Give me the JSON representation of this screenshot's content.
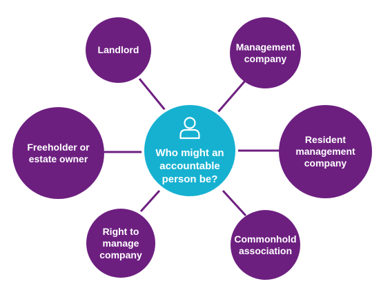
{
  "center": {
    "label": "Who might an\naccountable\nperson be?",
    "icon": "person-icon"
  },
  "nodes": {
    "landlord": "Landlord",
    "management_company": "Management\ncompany",
    "freeholder": "Freeholder or\nestate owner",
    "resident_management": "Resident\nmanagement\ncompany",
    "right_to_manage": "Right to\nmanage\ncompany",
    "commonhold": "Commonhold\nassociation"
  },
  "colors": {
    "node": "#6d1f80",
    "center": "#16b1d1",
    "connector": "#6d1f80"
  }
}
